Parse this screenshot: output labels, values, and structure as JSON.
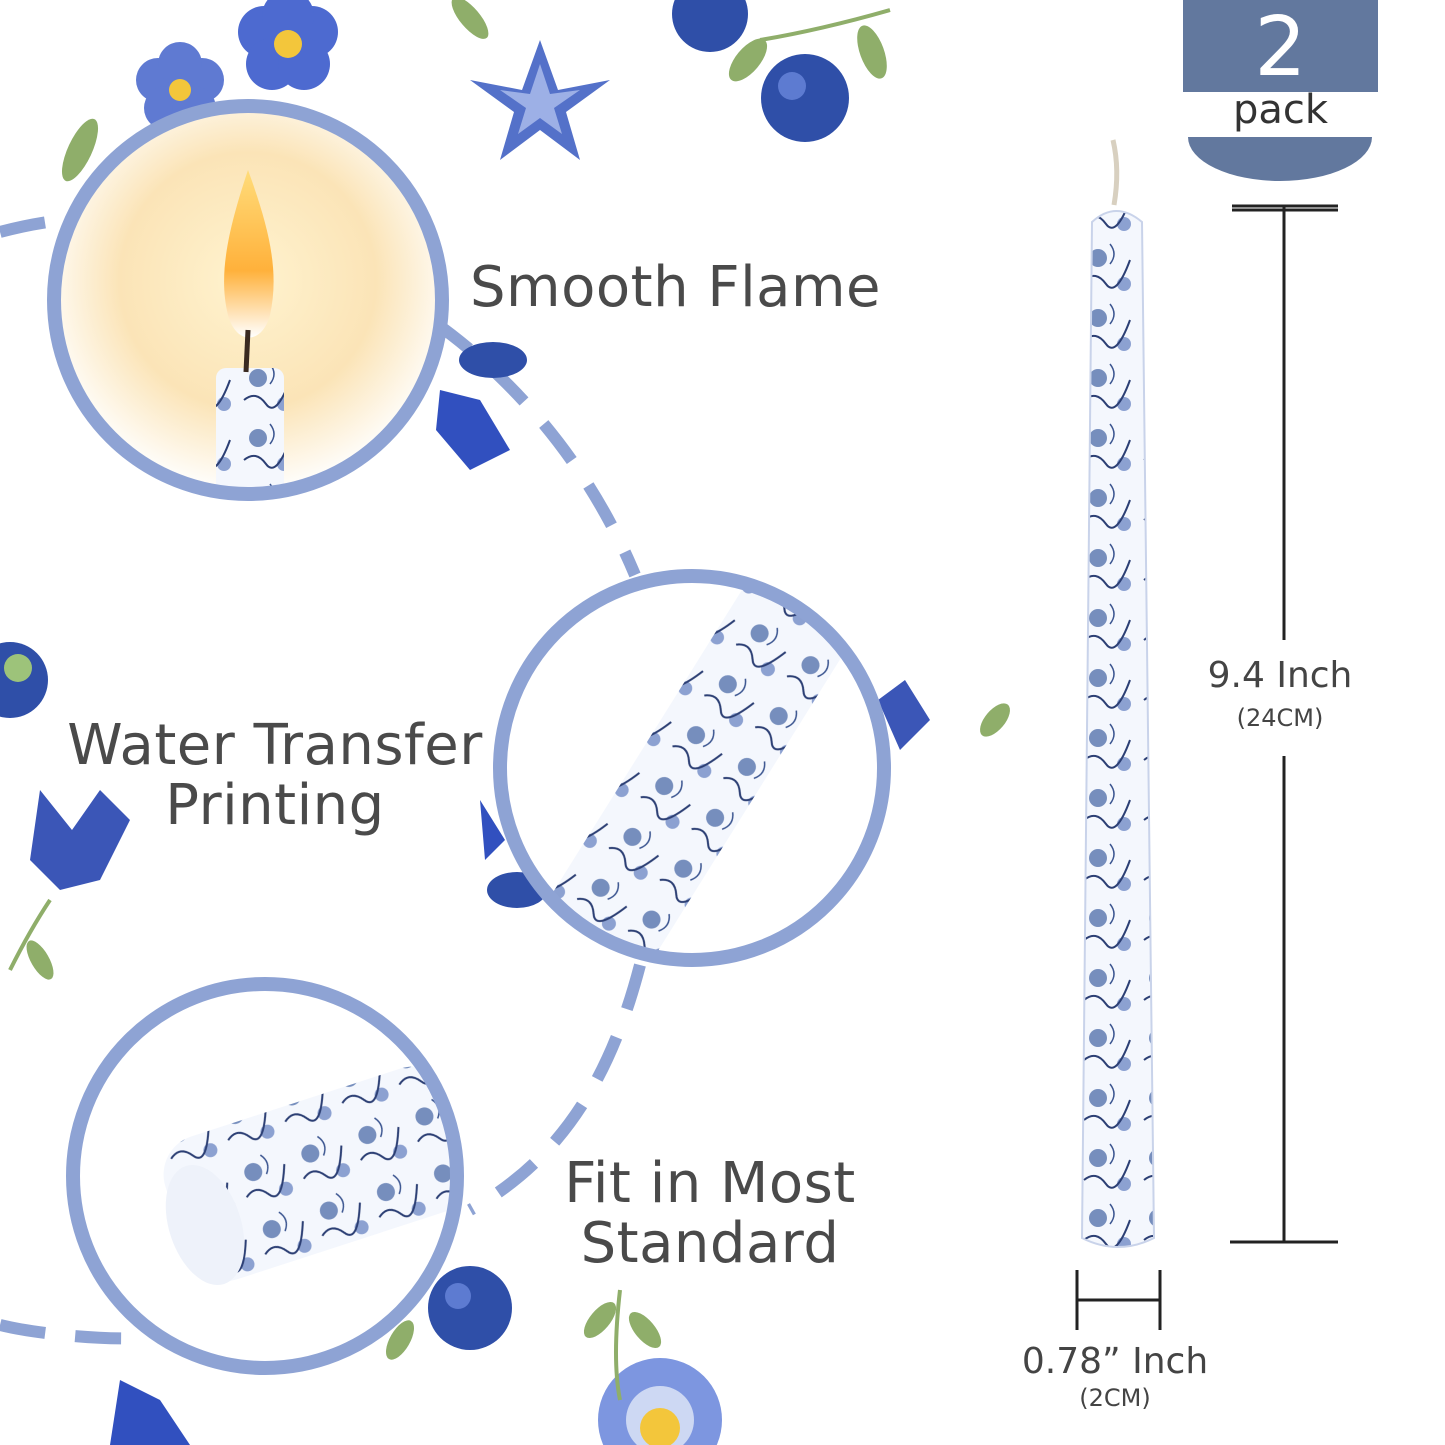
{
  "pack": {
    "count": "2",
    "label": "pack",
    "color": "#62789e"
  },
  "features": {
    "smooth_flame": [
      "Smooth Flame"
    ],
    "water_transfer": [
      "Water Transfer",
      "Printing"
    ],
    "fit_standard": [
      "Fit in Most",
      "Standard"
    ]
  },
  "dimensions": {
    "length": {
      "main": "9.4 Inch",
      "sub": "(24CM)"
    },
    "width": {
      "main": "0.78” Inch",
      "sub": "(2CM)"
    }
  },
  "colors": {
    "accent": "#8ea3d4",
    "flower_blue": "#2f4fa8",
    "flower_light": "#7f93d6",
    "leaf_green": "#8fae6a",
    "pattern_navy": "#2c3f74"
  },
  "icons": [
    "candle-flame-icon",
    "flower-icon",
    "blueberry-icon",
    "leaf-icon"
  ]
}
